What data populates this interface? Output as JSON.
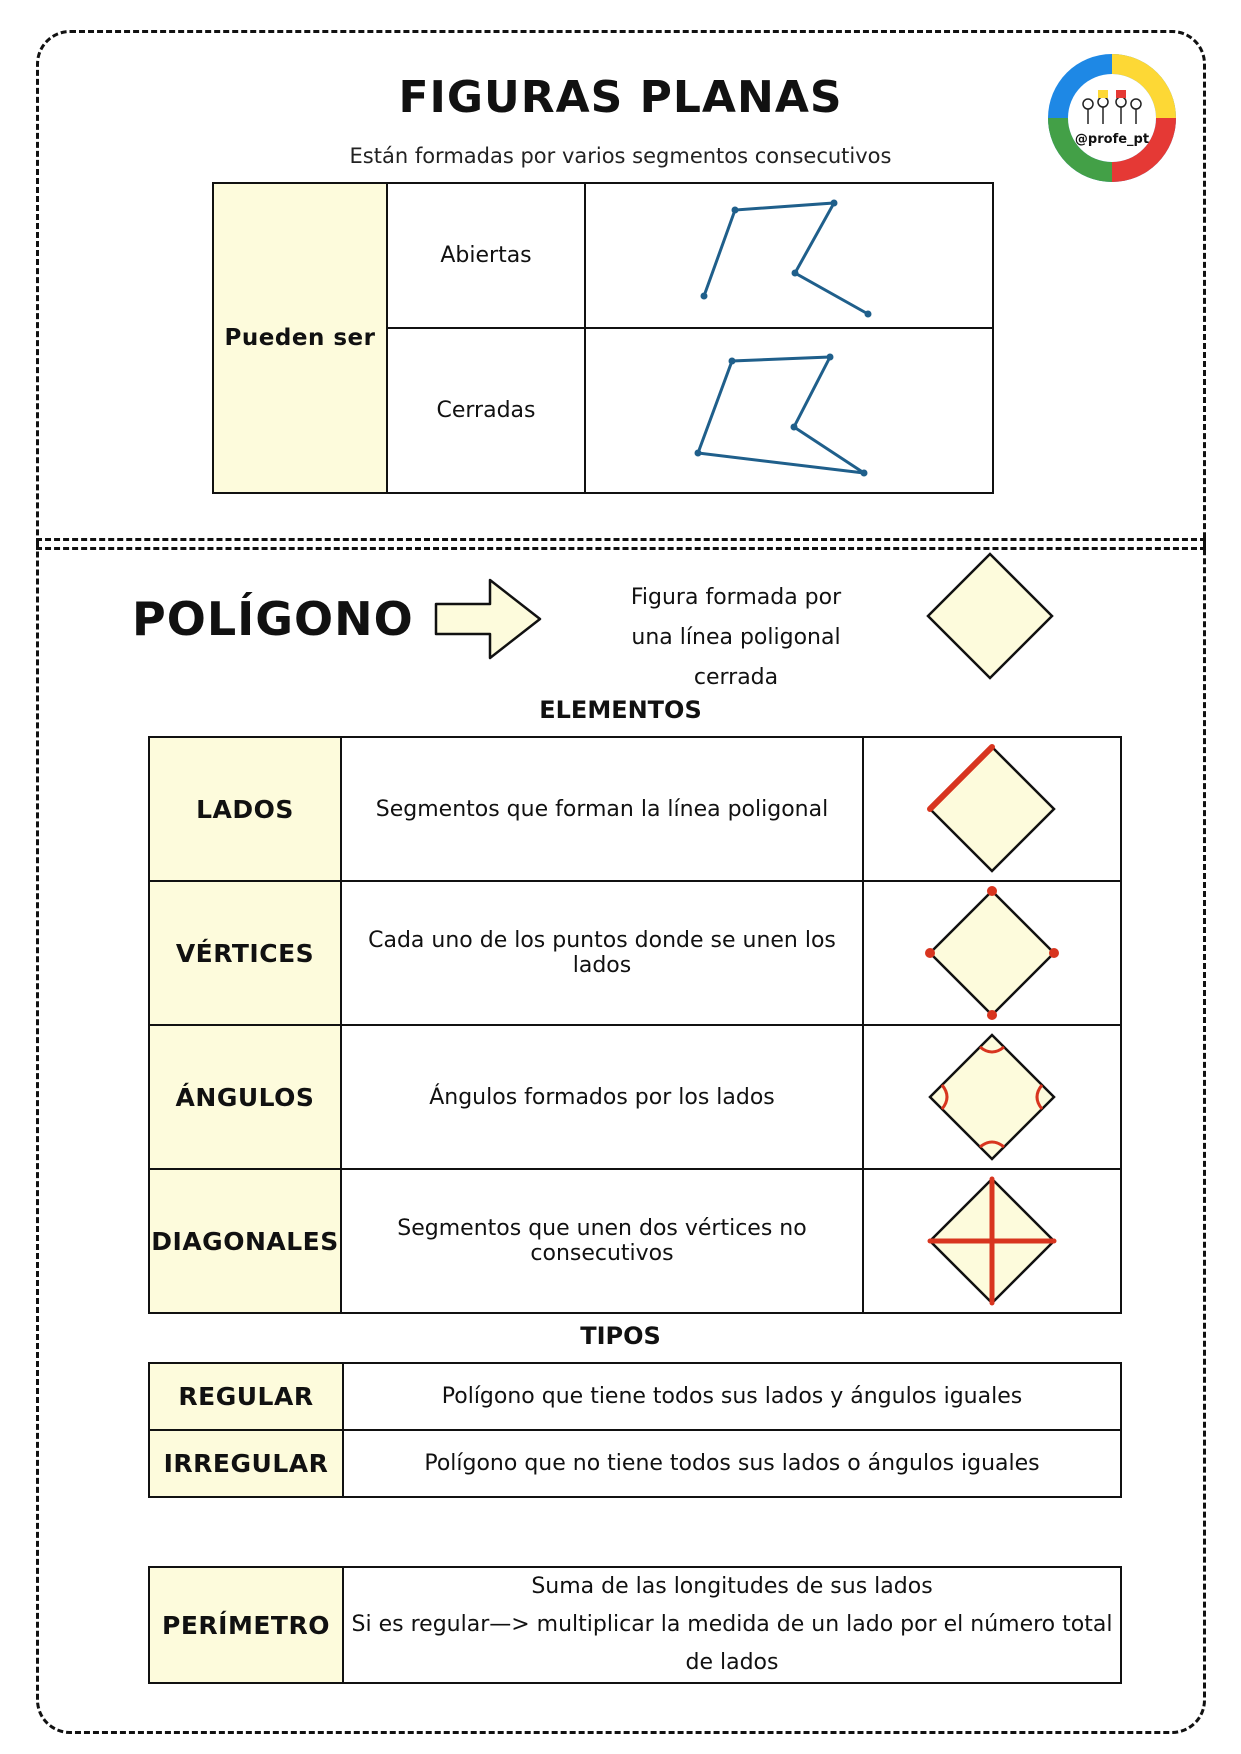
{
  "header": {
    "title": "FIGURAS PLANAS",
    "subtitle": "Están formadas por varios segmentos consecutivos",
    "logo_text": "@profe_pt"
  },
  "lines_table": {
    "group_label": "Pueden ser",
    "rows": [
      {
        "label": "Abiertas",
        "figure": "open-polyline"
      },
      {
        "label": "Cerradas",
        "figure": "closed-polyline"
      }
    ]
  },
  "polygon": {
    "title": "POLÍGONO",
    "definition_line1": "Figura formada por",
    "definition_line2": "una línea poligonal cerrada",
    "arrow_icon": "right-arrow-icon"
  },
  "elements": {
    "heading": "ELEMENTOS",
    "rows": [
      {
        "label": "LADOS",
        "description": "Segmentos que forman la línea poligonal",
        "figure": "side-highlight"
      },
      {
        "label": "VÉRTICES",
        "description": "Cada uno de los puntos donde se unen los lados",
        "figure": "vertex-dots"
      },
      {
        "label": "ÁNGULOS",
        "description": "Ángulos formados por los lados",
        "figure": "angle-arcs"
      },
      {
        "label": "DIAGONALES",
        "description": "Segmentos que unen dos vértices no consecutivos",
        "figure": "diagonal-lines"
      }
    ]
  },
  "types": {
    "heading": "TIPOS",
    "rows": [
      {
        "label": "REGULAR",
        "description": "Polígono que tiene todos sus lados y ángulos iguales"
      },
      {
        "label": "IRREGULAR",
        "description": "Polígono que no tiene todos sus lados o ángulos iguales"
      }
    ]
  },
  "perimeter": {
    "label": "PERÍMETRO",
    "line1": "Suma de las longitudes de sus lados",
    "line2": "Si es regular—> multiplicar la medida de un lado por el número total de lados"
  },
  "colors": {
    "fill": "#fdfbdc",
    "line_blue": "#1f5f8b",
    "highlight_red": "#d8351f"
  }
}
